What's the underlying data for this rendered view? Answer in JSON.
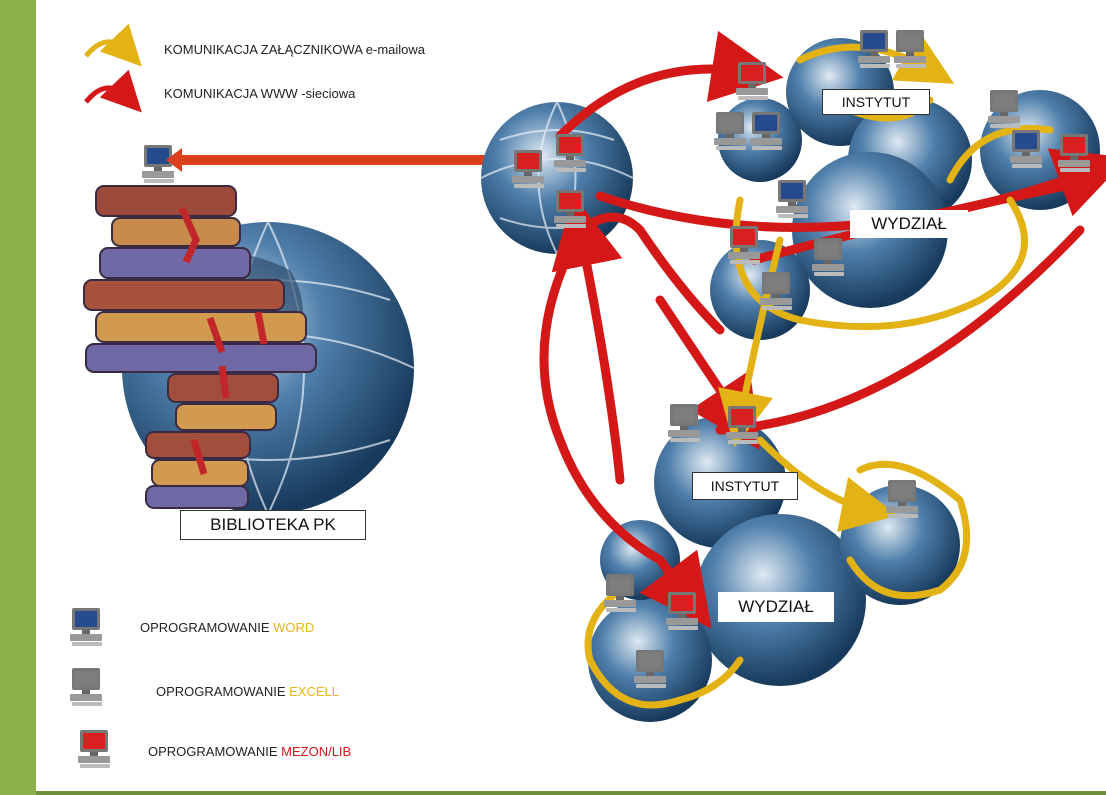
{
  "legend": {
    "email": {
      "label": "KOMUNIKACJA  ZAŁĄCZNIKOWA  e-mailowa",
      "color": "#e3b215"
    },
    "www": {
      "label": "KOMUNIKACJA  WWW -sieciowa",
      "color": "#d41818"
    }
  },
  "nodes": {
    "library": "BIBLIOTEKA PK",
    "institute_top": "INSTYTUT",
    "faculty_top": "WYDZIAŁ",
    "institute_bottom": "INSTYTUT",
    "faculty_bottom": "WYDZIAŁ"
  },
  "software_legend": [
    {
      "prefix": "OPROGRAMOWANIE ",
      "name": "WORD",
      "icon": "blue-computer-icon",
      "color": "#e8b51a"
    },
    {
      "prefix": "OPROGRAMOWANIE ",
      "name": "EXCELL",
      "icon": "grey-computer-icon",
      "color": "#e8b51a"
    },
    {
      "prefix": "OPROGRAMOWANIE ",
      "name": "MEZON/LIB",
      "icon": "red-computer-icon",
      "color": "#d41616"
    }
  ],
  "colors": {
    "sidebar": "#8db04c",
    "globe": "#2d5a86",
    "arrow_red": "#d41818",
    "arrow_yellow": "#e3b215",
    "link_orange": "#d9411c"
  }
}
